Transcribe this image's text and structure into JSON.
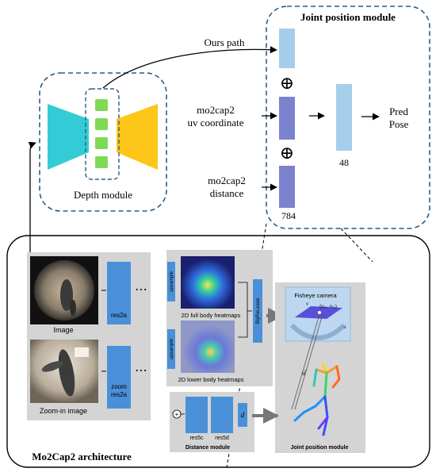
{
  "joint_module": {
    "title": "Joint position module",
    "ours_path": "Ours path",
    "uv_line1": "mo2cap2",
    "uv_line2": "uv coordinate",
    "dist_line1": "mo2cap2",
    "dist_line2": "distance",
    "pred_line1": "Pred",
    "pred_line2": "Pose",
    "dim_48": "48",
    "dim_784": "784",
    "plus_symbol": "⊕"
  },
  "depth_module": {
    "label": "Depth module"
  },
  "mo2cap2": {
    "title": "Mo2Cap2 architecture",
    "image_label": "Image",
    "zoom_image_label": "Zoom-in image",
    "res2a": "res2a",
    "zoom_res2a_line1": "zoom",
    "zoom_res2a_line2": "res2a",
    "ellipsis": "⋯",
    "full_heatmap_label": "2D full body heatmaps",
    "lower_heatmap_label": "2D lower body heatmaps",
    "upsample_label": "upsample",
    "bilinear_label": "BiyReLease",
    "fisheye_label": "Fisheye camera",
    "fisheye_coords": "(u₁₁, v₁₁)",
    "axis_v": "v",
    "axis_u": "u",
    "dist_label": "d₁₁",
    "res5c": "res5c",
    "res5d": "res5d",
    "d_symbol": "d",
    "distance_module": "Distance module",
    "joint_pos_module": "Joint position module",
    "plus_circle": "+"
  },
  "colors": {
    "teal": "#33CCD6",
    "yellow": "#FFC61A",
    "green": "#7ED957",
    "light_blue": "#A6CDEA",
    "purple_blue": "#7B82CE",
    "dashed_blue": "#2B5C8A",
    "block_blue": "#4A90D9",
    "panel_grey": "#D4D4D4"
  }
}
